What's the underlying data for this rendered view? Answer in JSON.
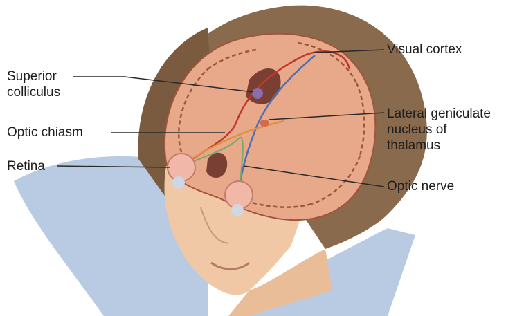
{
  "colors": {
    "hair": "#8a6a4c",
    "skin": "#f0c8a6",
    "brain_matter": "#e8a88a",
    "cortex_fold": "#a0543c",
    "shoulder": "#b9cbe3",
    "nerve_red": "#c0392b",
    "nerve_blue": "#4f6fb0",
    "nerve_green": "#7aa86a",
    "leader_line": "#2a2a2a"
  },
  "labels": {
    "visual_cortex": "Visual cortex",
    "superior_colliculus": [
      "Superior",
      "colliculus"
    ],
    "optic_chiasm": "Optic chiasm",
    "retina": "Retina",
    "lateral_geniculate": [
      "Lateral geniculate",
      "nucleus of",
      "thalamus"
    ],
    "optic_nerve": "Optic nerve"
  }
}
